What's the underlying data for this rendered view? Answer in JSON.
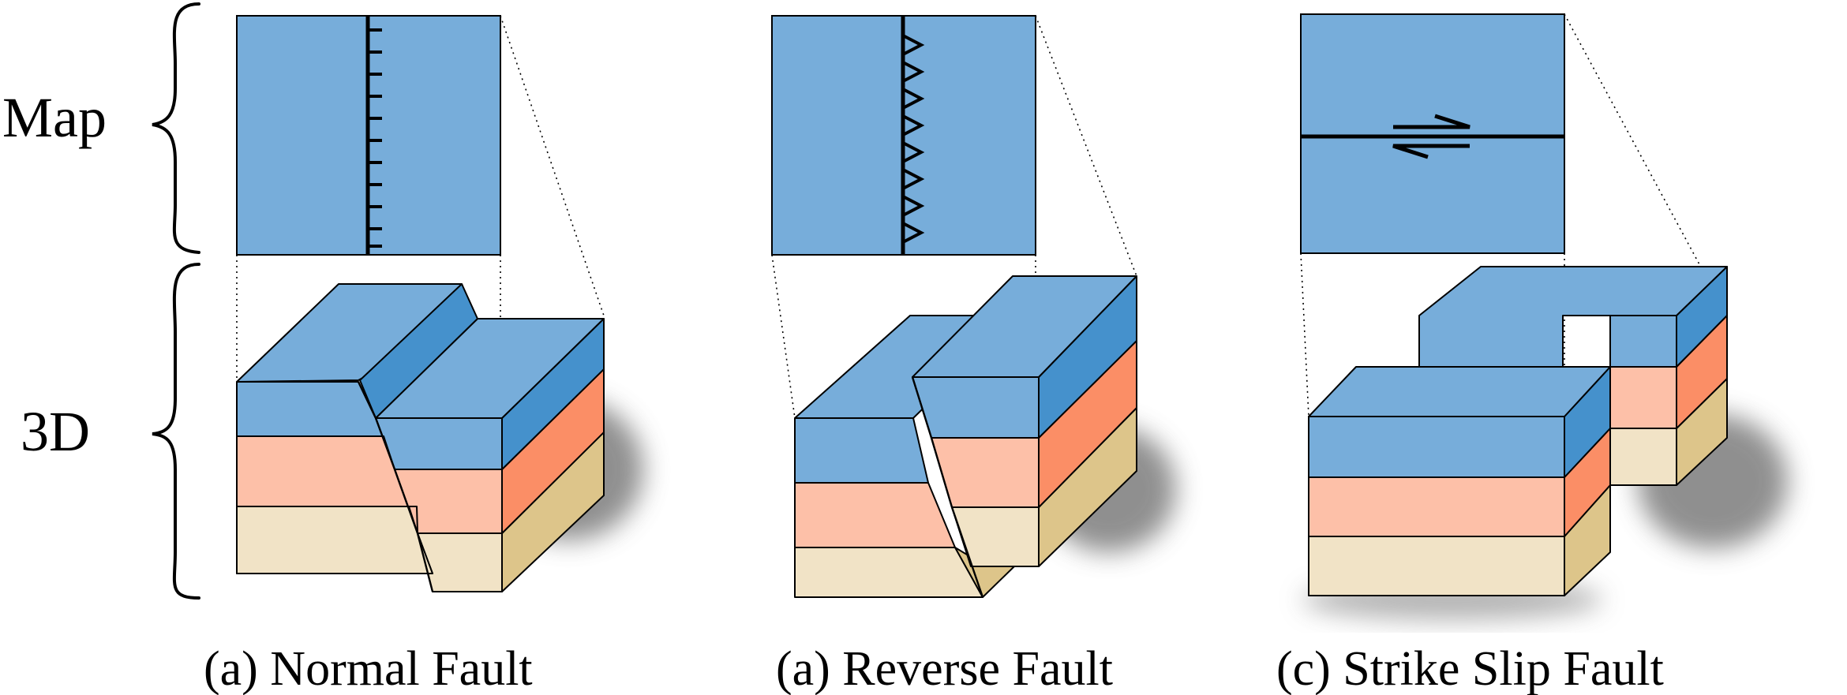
{
  "row_labels": {
    "map": "Map",
    "three_d": "3D"
  },
  "panels": [
    {
      "id": "normal",
      "caption": "(a) Normal Fault",
      "map_symbol": "fault-line-with-ticks-icon"
    },
    {
      "id": "reverse",
      "caption": "(a) Reverse Fault",
      "map_symbol": "fault-line-with-triangles-icon"
    },
    {
      "id": "strike-slip",
      "caption": "(c) Strike Slip Fault",
      "map_symbol": "half-arrows-icon"
    }
  ],
  "colors": {
    "surface": "#77ADDA",
    "blue_side": "#4591CC",
    "pink_front": "#FDC0A8",
    "pink_side": "#FB8E66",
    "tan_front": "#F1E3C6",
    "tan_side": "#DDC58A"
  }
}
